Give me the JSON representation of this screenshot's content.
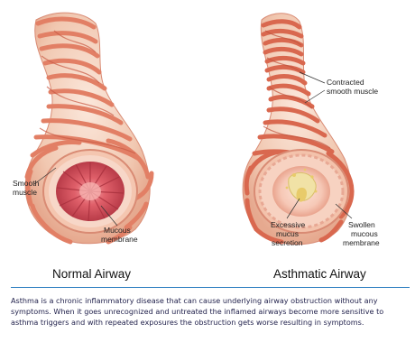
{
  "labels": {
    "smooth_muscle_normal": [
      "Smooth",
      "muscle"
    ],
    "mucous_membrane_normal": [
      "Mucous",
      "membrane"
    ],
    "contracted_smooth_muscle": [
      "Contracted",
      "smooth muscle"
    ],
    "excessive_mucus_secretion": [
      "Excessive",
      "mucus",
      "secretion"
    ],
    "swollen_mucous_membrane": [
      "Swollen",
      "mucous",
      "membrane"
    ]
  },
  "captions": {
    "normal": "Normal Airway",
    "asthmatic": "Asthmatic Airway"
  },
  "description": "Asthma is a chronic inflammatory disease that can cause underlying airway obstruction without any symptoms. When it goes unrecognized and untreated the inflamed airways become more sensitive to asthma triggers and with repeated exposures the obstruction gets worse resulting in symptoms.",
  "colors": {
    "tube": "#f4d2bf",
    "band": "#e8886e",
    "band_dark": "#c9563f",
    "lumen_normal": "#e0606a",
    "lumen_asthma": "#f6c8b6",
    "mucus": "#f1e2a6",
    "rule": "#2f7fc1"
  }
}
